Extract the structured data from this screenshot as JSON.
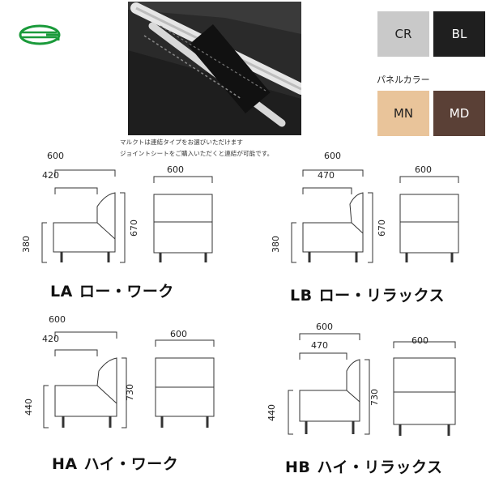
{
  "notes": {
    "line1": "マルクトは連結タイプをお選びいただけます",
    "line2": "ジョイントシートをご購入いただくと連結が可能です。"
  },
  "colors": {
    "label": "パネルカラー",
    "swatches": [
      {
        "code": "CR",
        "color": "#c9c9c9",
        "text_color": "#222222"
      },
      {
        "code": "BL",
        "color": "#1f1f1f",
        "text_color": "#ffffff"
      },
      {
        "code": "MN",
        "color": "#e9c49a",
        "text_color": "#222222"
      },
      {
        "code": "MD",
        "color": "#5a4036",
        "text_color": "#ffffff"
      }
    ]
  },
  "models": {
    "la": {
      "code": "LA",
      "name": "ロー・ワーク",
      "width": "600",
      "depth": "420",
      "seat_height": "380",
      "total_height": "670",
      "front_width": "600"
    },
    "lb": {
      "code": "LB",
      "name": "ロー・リラックス",
      "width": "600",
      "depth": "470",
      "seat_height": "380",
      "total_height": "670",
      "front_width": "600"
    },
    "ha": {
      "code": "HA",
      "name": "ハイ・ワーク",
      "width": "600",
      "depth": "420",
      "seat_height": "440",
      "total_height": "730",
      "front_width": "600"
    },
    "hb": {
      "code": "HB",
      "name": "ハイ・リラックス",
      "width": "600",
      "depth": "470",
      "seat_height": "440",
      "total_height": "730",
      "front_width": "600"
    }
  },
  "brand_colors": {
    "logo_green": "#1a9a3a"
  }
}
